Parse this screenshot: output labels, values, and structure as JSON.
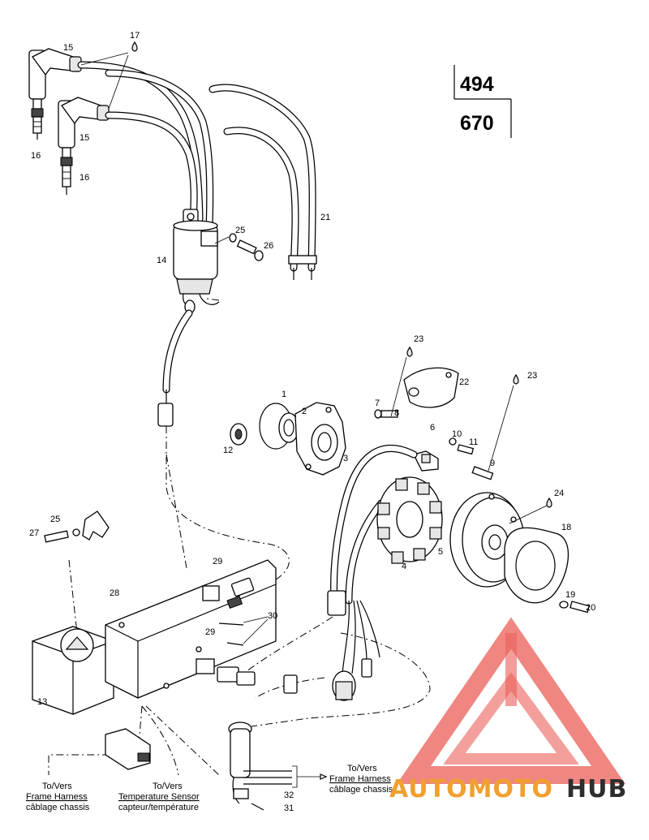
{
  "model_codes": [
    "494",
    "670"
  ],
  "callouts": {
    "c1": "1",
    "c2": "2",
    "c3": "3",
    "c4": "4",
    "c5": "5",
    "c6": "6",
    "c7": "7",
    "c8": "8",
    "c9": "9",
    "c10": "10",
    "c11": "11",
    "c12": "12",
    "c13": "13",
    "c14": "14",
    "c15a": "15",
    "c15b": "15",
    "c16a": "16",
    "c16b": "16",
    "c17": "17",
    "c18": "18",
    "c19": "19",
    "c20": "20",
    "c21": "21",
    "c22": "22",
    "c23a": "23",
    "c23b": "23",
    "c24": "24",
    "c25a": "25",
    "c25b": "25",
    "c26": "26",
    "c27": "27",
    "c28": "28",
    "c29a": "29",
    "c29b": "29",
    "c30": "30",
    "c31": "31",
    "c32": "32"
  },
  "notes": {
    "frame_harness_left": [
      "To/Vers",
      "Frame Harness",
      "câblage chassis"
    ],
    "temperature_sensor": [
      "To/Vers",
      "Temperature Sensor",
      "capteur/température"
    ],
    "frame_harness_right": [
      "To/Vers",
      "Frame Harness",
      "câblage chassis"
    ]
  },
  "watermark": {
    "text_auto_moto": "AUTOMOTO",
    "text_hub": "HUB",
    "color_red": "#e8423a",
    "color_orange": "#f0a030",
    "color_dark": "#2e2e2e"
  }
}
